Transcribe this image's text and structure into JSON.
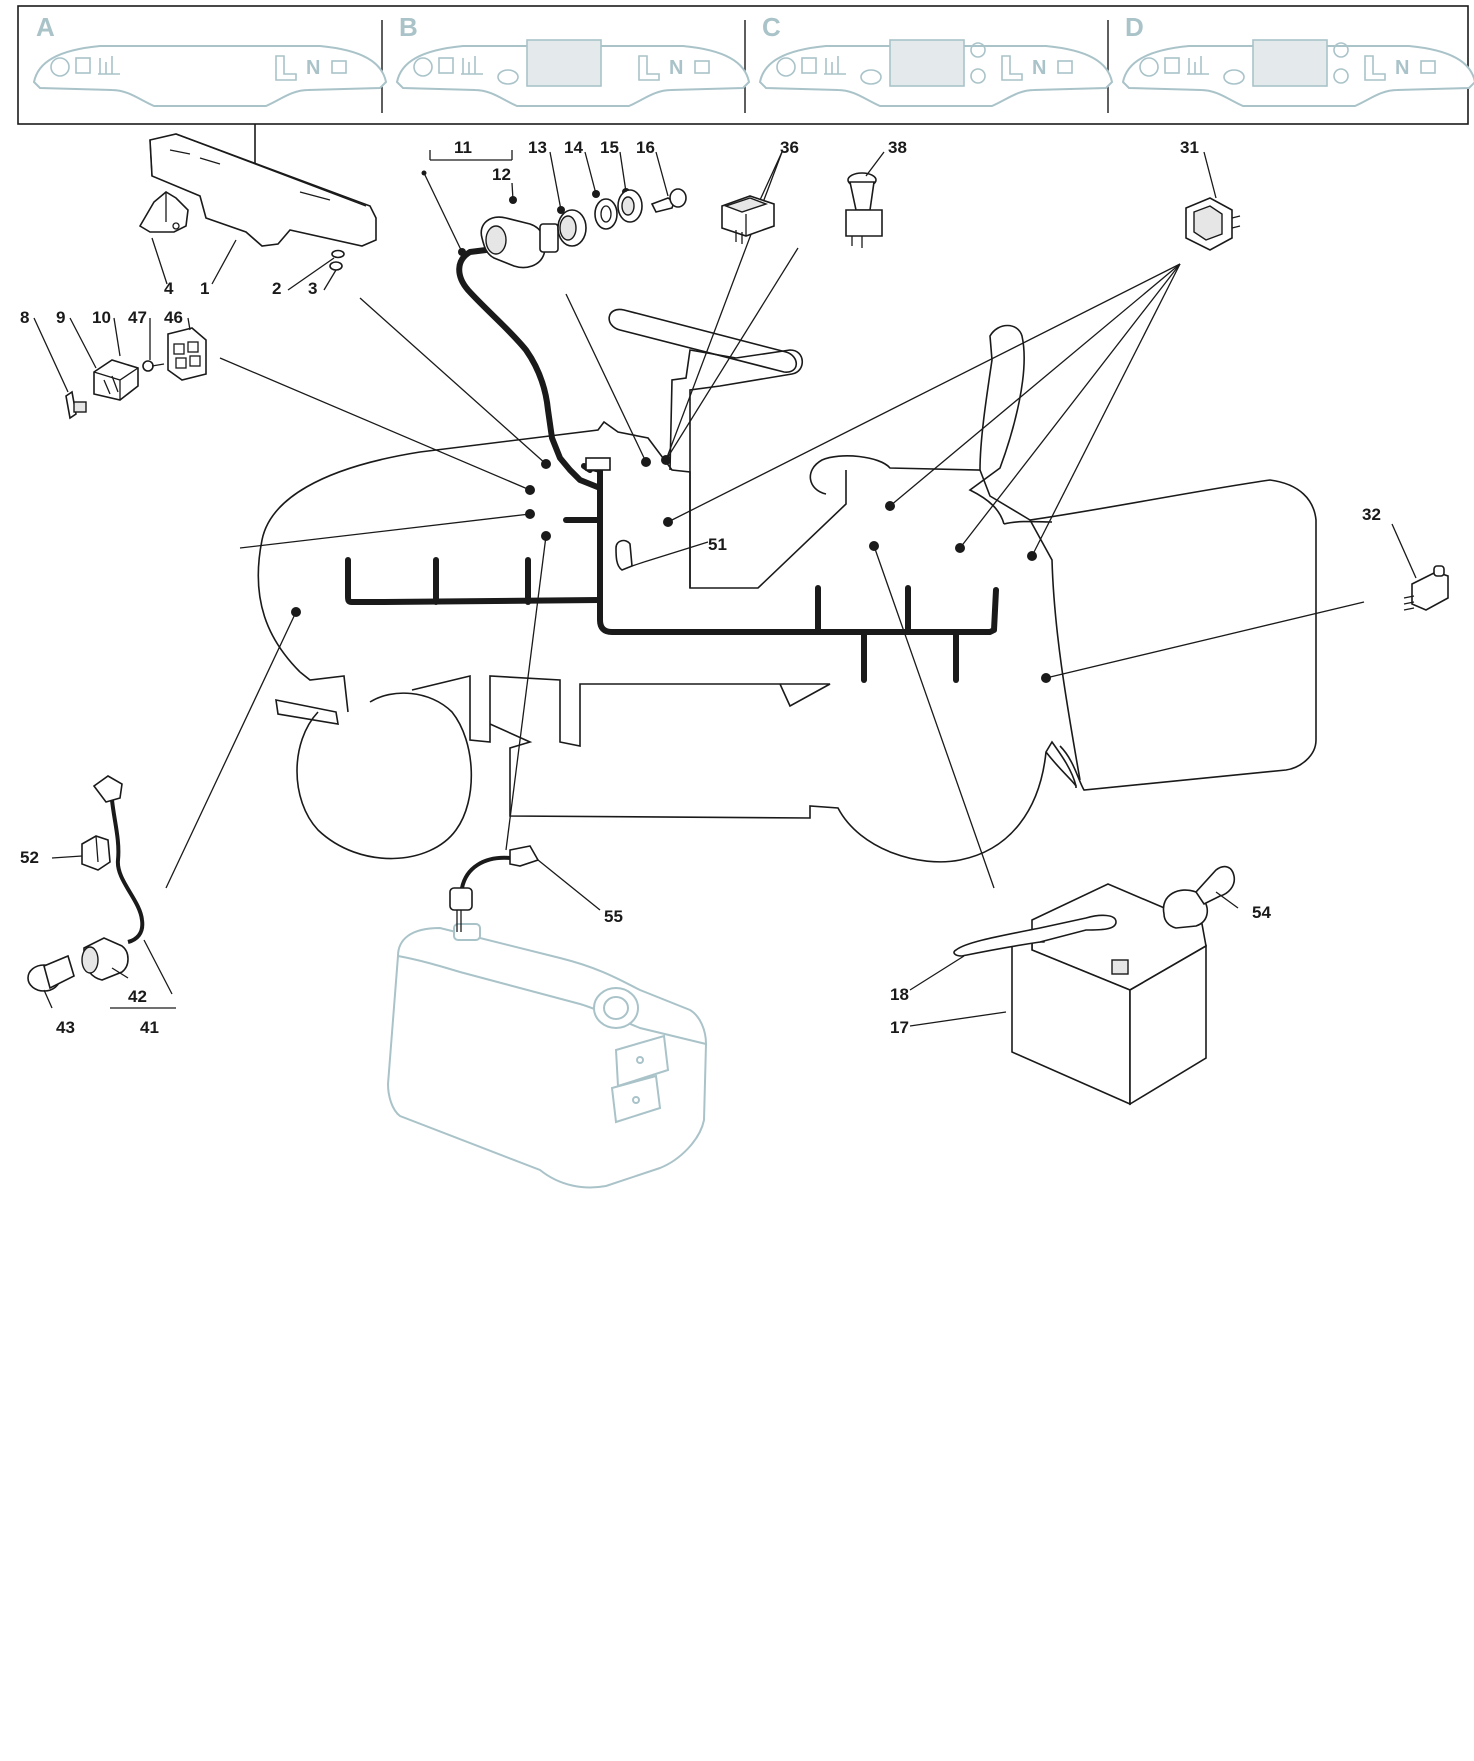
{
  "variants": [
    {
      "id": "var-a",
      "letter": "A",
      "has_display": false,
      "side_buttons": 0
    },
    {
      "id": "var-b",
      "letter": "B",
      "has_display": true,
      "side_buttons": 0
    },
    {
      "id": "var-c",
      "letter": "C",
      "has_display": true,
      "side_buttons": 2
    },
    {
      "id": "var-d",
      "letter": "D",
      "has_display": true,
      "side_buttons": 2
    }
  ],
  "dashboard_glyph": "N",
  "callouts": [
    "1",
    "2",
    "3",
    "4",
    "8",
    "9",
    "10",
    "47",
    "46",
    "11",
    "12",
    "13",
    "14",
    "15",
    "16",
    "36",
    "38",
    "31",
    "32",
    "51",
    "52",
    "42",
    "43",
    "41",
    "55",
    "54",
    "18",
    "17"
  ],
  "colors": {
    "ink": "#1a1a1a",
    "variant_accent": "#a9c3c9"
  }
}
